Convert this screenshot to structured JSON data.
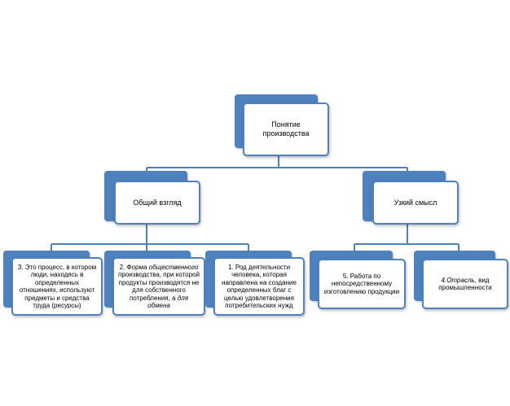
{
  "root": {
    "label": "Понятие производства"
  },
  "level1": [
    {
      "label": "Общий взгляд"
    },
    {
      "label": "Узкий смысл"
    }
  ],
  "leaves": [
    {
      "label": "3. Это процесс, в котором люди, находясь в определенных отношениях, используют предметы и средства труда (ресурсы)"
    },
    {
      "label_a": "2. Форма ",
      "label_b": "общественного",
      "label_c": " производства, при которой продукты производятся не для собственного потребления, а ",
      "label_d": "для обмена"
    },
    {
      "label": "1. Род деятельности человека, которая направлена на создание определенных благ с целью удовлетворения потребительских нужд"
    },
    {
      "label": "5. Работа по непосредственному изготовлению продукции"
    },
    {
      "label_a": "4.Отрасль",
      "label_b": ", вид промышленности"
    }
  ],
  "colors": {
    "accent": "#4f81bd",
    "connector": "#4f81bd"
  }
}
